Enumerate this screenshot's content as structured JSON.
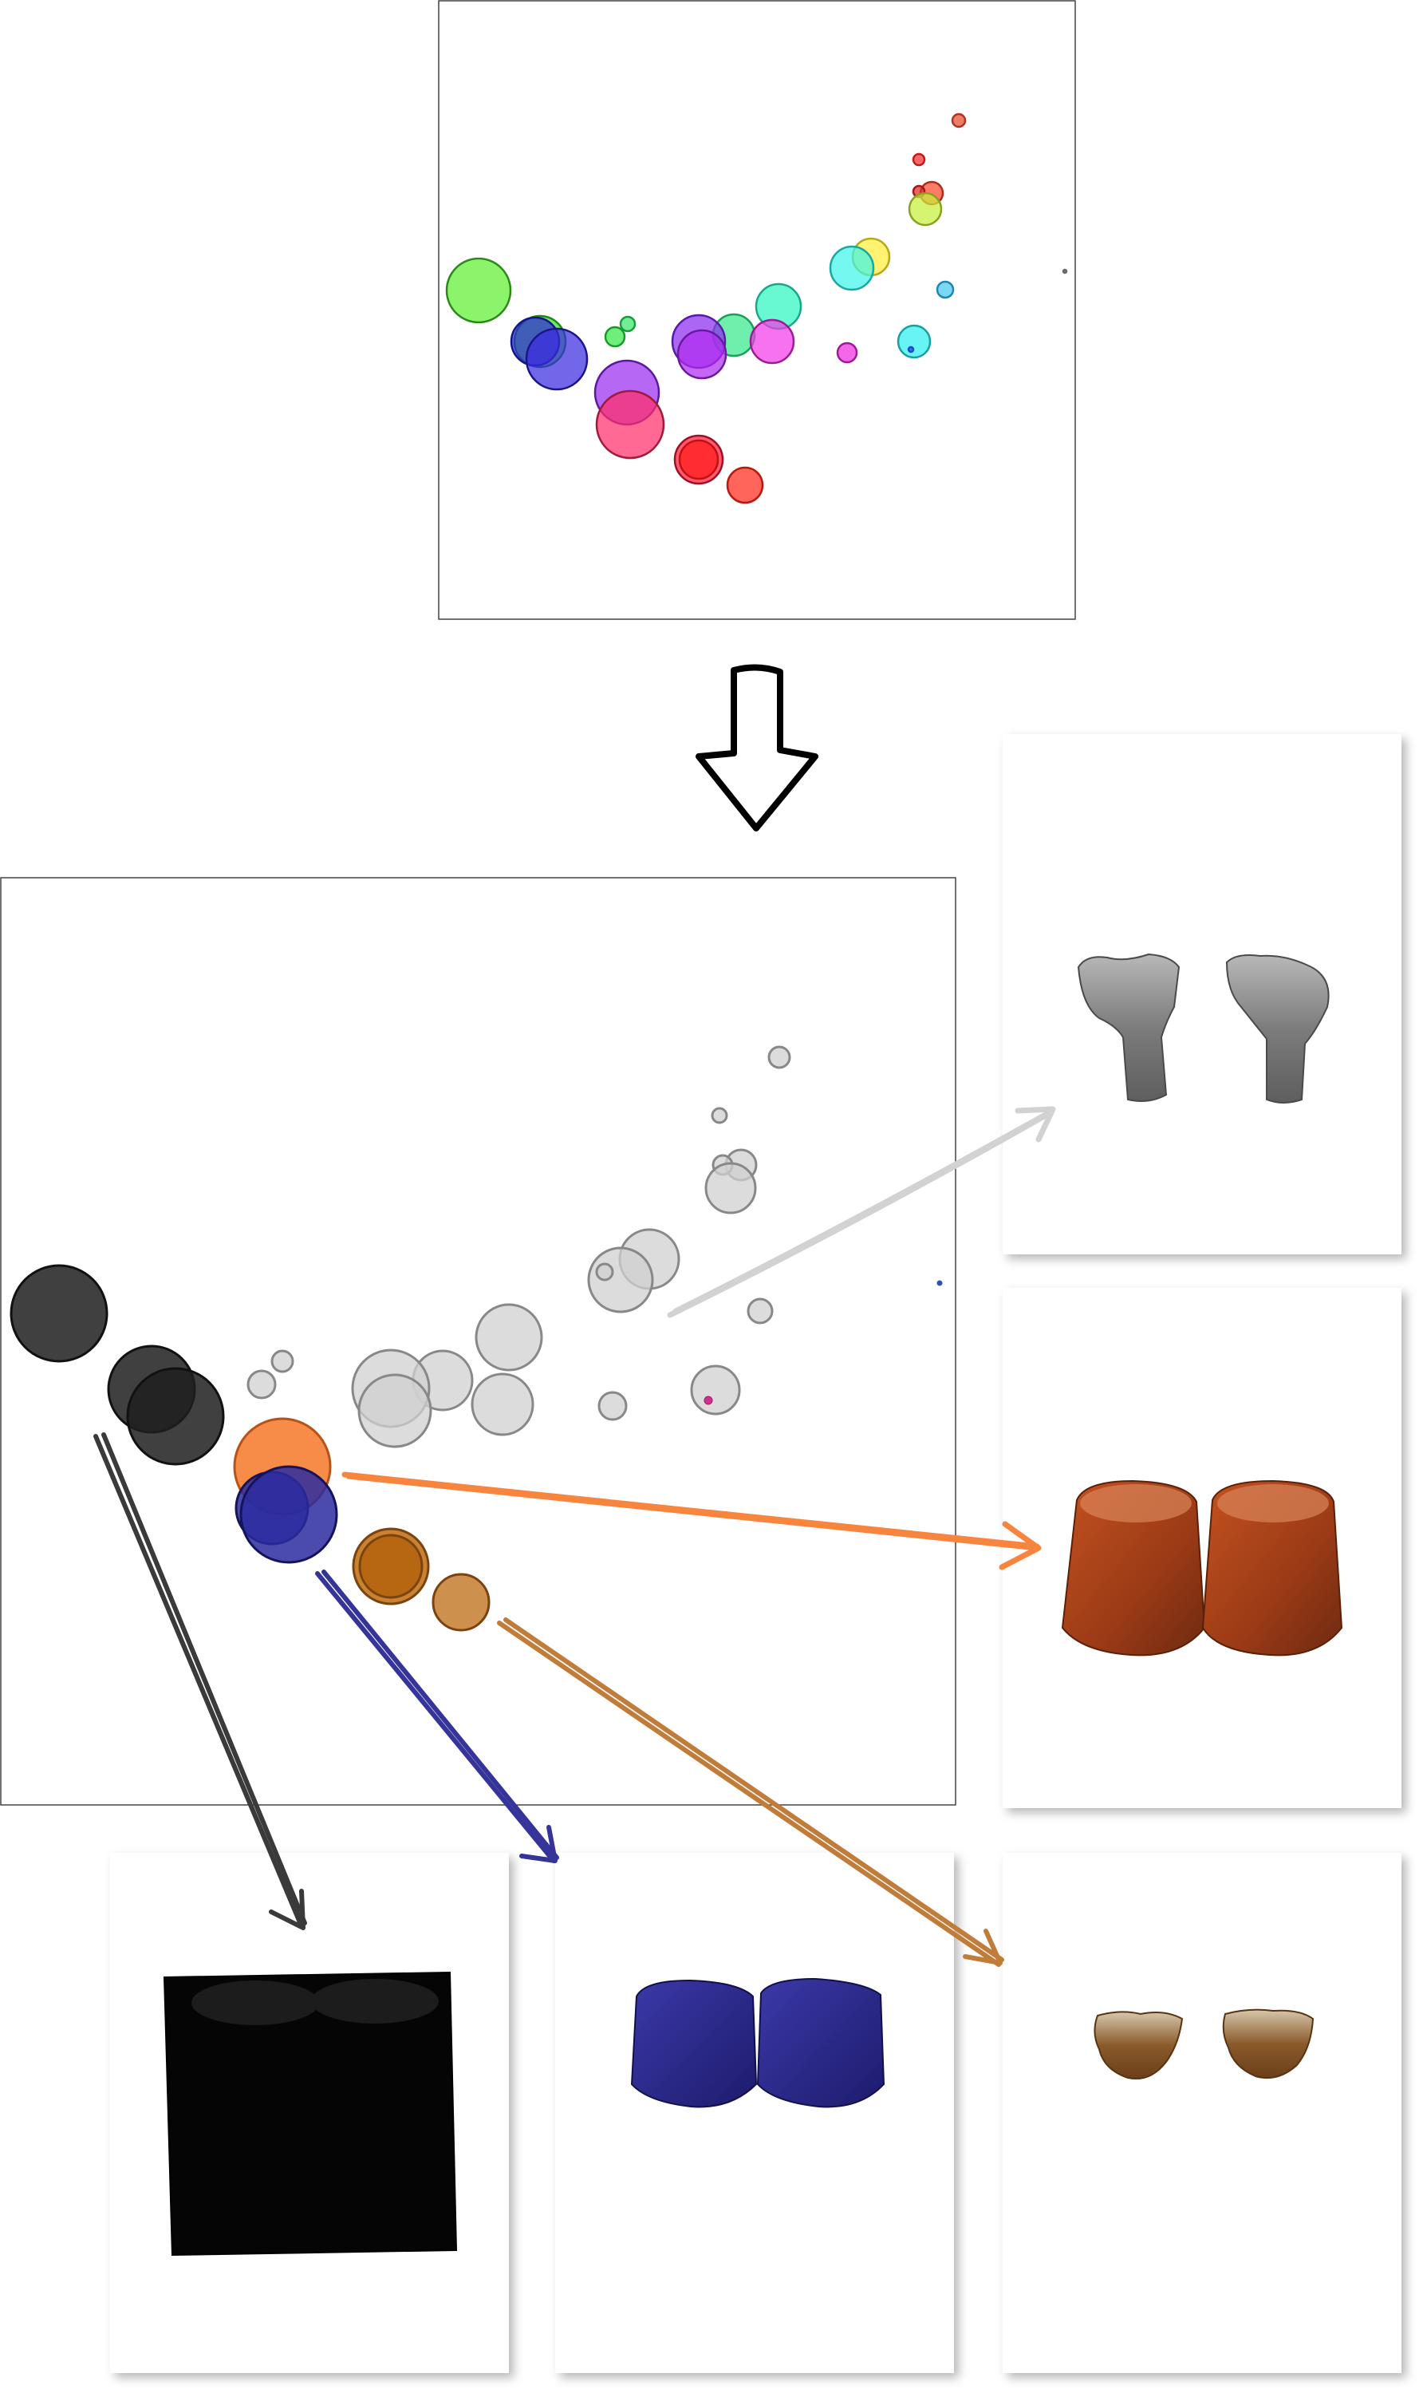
{
  "figure": {
    "type": "volume-rendering transfer-function workflow",
    "top_plot": {
      "kind": "scatter-bubble",
      "axes_shown": false,
      "colors": [
        "#d73b2a",
        "#ff3030",
        "#ffef3a",
        "#bff03a",
        "#4ad7f0",
        "#2ef5e0",
        "#39e86a",
        "#5ef030",
        "#3c2be0",
        "#2c28d8",
        "#8a2bf0",
        "#a42cf0",
        "#f030e0",
        "#ff2f6a"
      ]
    },
    "flow_arrow": {
      "icon": "down-arrow-icon"
    },
    "bottom_plot": {
      "kind": "scatter-bubble-grouped",
      "axes_shown": false,
      "groups": [
        {
          "id": "light-gray",
          "color": "#d0d0d0",
          "stroke": "#888888",
          "target": "bone-renders-gray"
        },
        {
          "id": "black",
          "color": "#1e1e1e",
          "stroke": "#111111",
          "target": "render-black-block"
        },
        {
          "id": "orange",
          "color": "#f7853e",
          "stroke": "#b85216",
          "target": "render-orange-cylinders"
        },
        {
          "id": "navy",
          "color": "#2b2ba0",
          "stroke": "#14145a",
          "target": "render-navy-cylinders"
        },
        {
          "id": "brown",
          "color": "#c27419",
          "stroke": "#7a4310",
          "target": "render-brown-caps"
        }
      ]
    },
    "arrow_colors": {
      "light-gray": "#d2d2d2",
      "orange": "#f7853e",
      "black": "#3a3a3a",
      "navy": "#34349a",
      "brown": "#c27c3a"
    },
    "render_panels": [
      {
        "id": "bone-renders-gray",
        "icon": "bone-volume-icon",
        "color": "#8c8c8c"
      },
      {
        "id": "render-orange-cylinders",
        "icon": "volume-cylinder-icon",
        "color": "#a6441d"
      },
      {
        "id": "render-black-block",
        "icon": "volume-block-icon",
        "color": "#050505"
      },
      {
        "id": "render-navy-cylinders",
        "icon": "volume-cylinder-icon",
        "color": "#2d2b8c"
      },
      {
        "id": "render-brown-caps",
        "icon": "volume-cap-icon",
        "color": "#8a5a2a"
      }
    ]
  }
}
